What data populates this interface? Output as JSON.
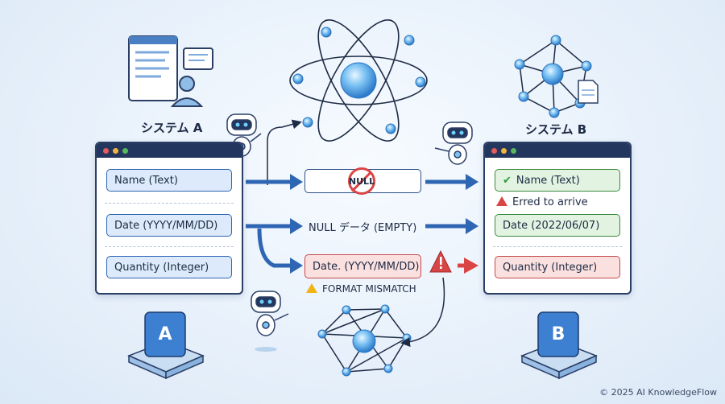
{
  "system_a": {
    "title": "システム A",
    "fields": [
      "Name (Text)",
      "Date (YYYY/MM/DD)",
      "Quantity (Integer)"
    ],
    "box_letter": "A"
  },
  "system_b": {
    "title": "システム B",
    "fields": [
      "Name (Text)",
      "Date (2022/06/07)",
      "Quantity (Integer)"
    ],
    "warning": "Erred to arrive",
    "box_letter": "B"
  },
  "middle": {
    "null_label": "NULL",
    "null_data": "NULL データ (EMPTY)",
    "date_format": "Date. (YYYY/MM/DD)",
    "format_mismatch": "FORMAT MISMATCH"
  },
  "footer": {
    "copyright": "© 2025 AI KnowledgeFlow"
  },
  "colors": {
    "accent_blue": "#2f66b3",
    "window_bar": "#23365d",
    "success": "#3b8a3f",
    "error": "#c44b4b",
    "warning": "#f0b416"
  }
}
